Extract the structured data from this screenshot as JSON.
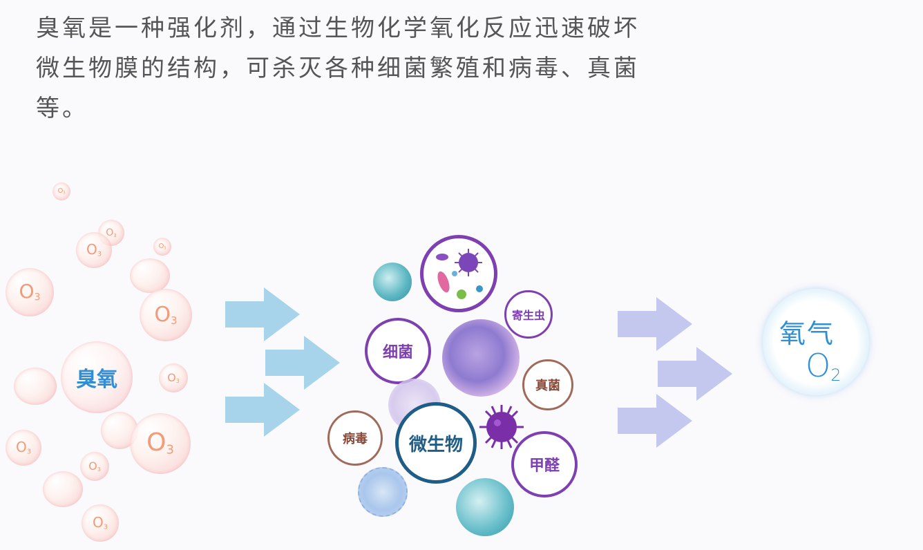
{
  "intro_text": "臭氧是一种强化剂，通过生物化学氧化反应迅速破坏微生物膜的结构，可杀灭各种细菌繁殖和病毒、真菌等。",
  "ozone": {
    "label": "臭氧",
    "molecule": "O",
    "subscript": "3"
  },
  "microbes": {
    "center": "微生物",
    "bacteria": "细菌",
    "parasite": "寄生虫",
    "fungi": "真菌",
    "virus": "病毒",
    "formaldehyde": "甲醛"
  },
  "oxygen": {
    "label": "氧气",
    "formula": "O",
    "subscript": "2"
  },
  "colors": {
    "ozone_text": "#2e8ed6",
    "bubble_text": "#f39a78",
    "arrow_blue": "#a7d4ea",
    "arrow_lavender": "#c4c8ee",
    "purple": "#7e3fb0",
    "brown": "#a06a5a",
    "navy": "#1f5d86",
    "oxygen_text": "#2f8fd3"
  },
  "icons": [
    "ozone-bubble",
    "flow-arrow",
    "microbe-cell",
    "oxygen-bubble"
  ]
}
